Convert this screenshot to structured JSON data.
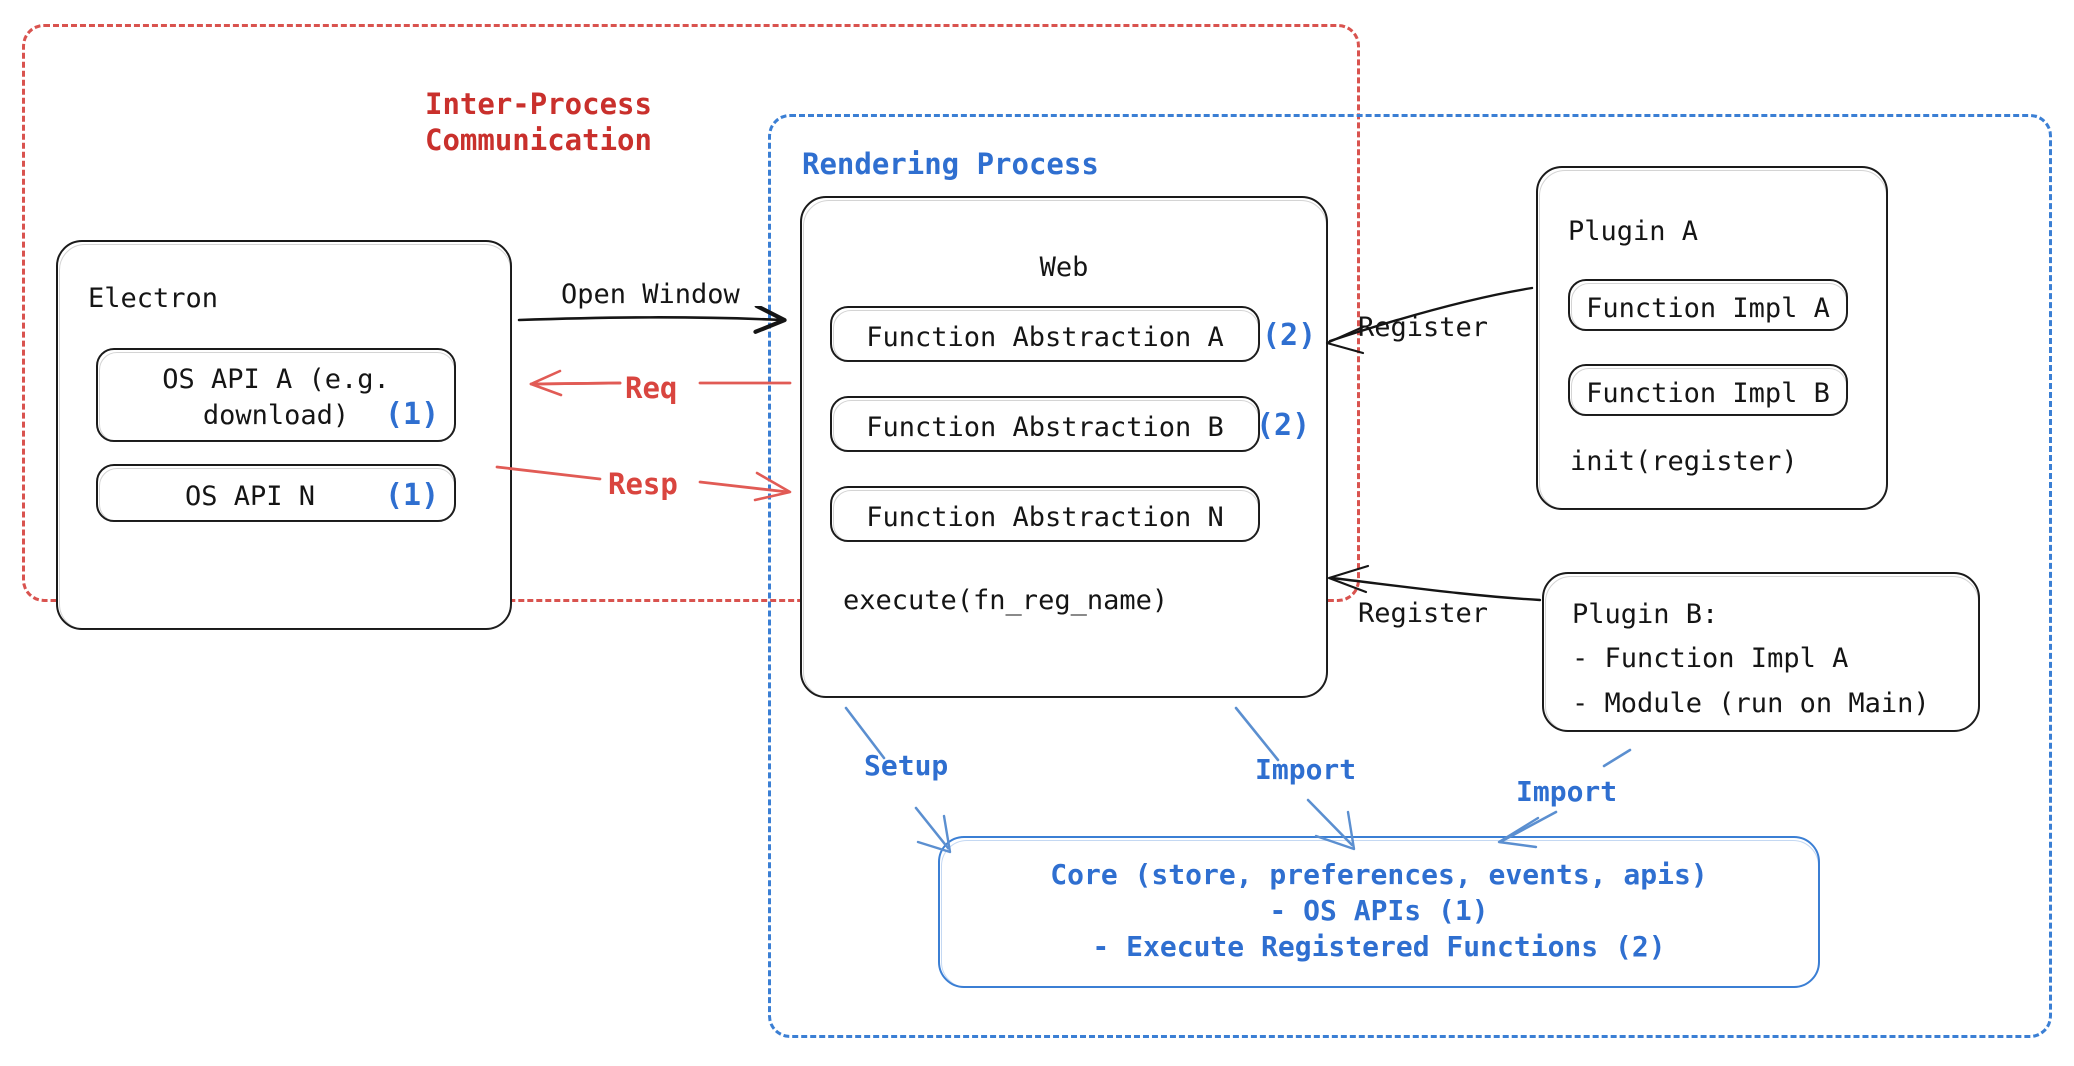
{
  "diagram": {
    "title": "Electron plugin architecture",
    "colors": {
      "ipc_red": "#d9453f",
      "render_blue": "#2f6fd0",
      "ink_black": "#151515"
    },
    "groups": {
      "ipc": {
        "label": "Inter-Process\nCommunication"
      },
      "rendering": {
        "label": "Rendering Process"
      }
    },
    "electron": {
      "title": "Electron",
      "apis": [
        {
          "label": "OS API A (e.g.\ndownload)",
          "marker": "(1)"
        },
        {
          "label": "OS API N",
          "marker": "(1)"
        }
      ]
    },
    "web": {
      "title": "Web",
      "abstractions": [
        {
          "label": "Function Abstraction A",
          "marker": "(2)"
        },
        {
          "label": "Function Abstraction B",
          "marker": "(2)"
        },
        {
          "label": "Function Abstraction N",
          "marker": ""
        }
      ],
      "footer": "execute(fn_reg_name)"
    },
    "plugin_a": {
      "title": "Plugin A",
      "items": [
        "Function Impl A",
        "Function Impl B"
      ],
      "footer": "init(register)"
    },
    "plugin_b": {
      "title": "Plugin B:",
      "lines": [
        "- Function Impl A",
        "- Module (run on Main)"
      ]
    },
    "core": {
      "lines": [
        "Core (store, preferences, events, apis)",
        "- OS APIs (1)",
        "- Execute Registered Functions (2)"
      ]
    },
    "edges": {
      "open_window": "Open Window",
      "req": "Req",
      "resp": "Resp",
      "register_a": "Register",
      "register_b": "Register",
      "setup": "Setup",
      "import_web": "Import",
      "import_plugin": "Import"
    }
  }
}
